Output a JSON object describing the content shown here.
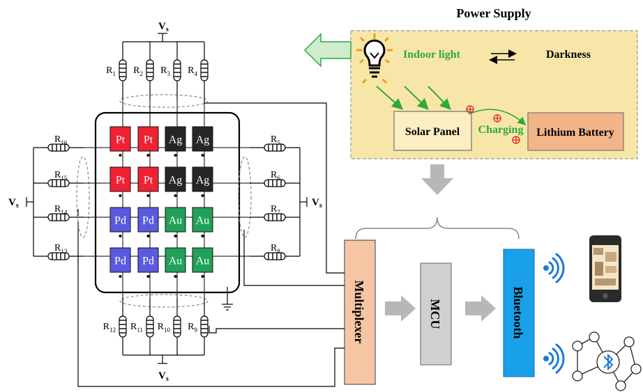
{
  "power_supply": {
    "title": "Power Supply",
    "indoor_light": "Indoor light",
    "darkness": "Darkness",
    "solar_panel": "Solar Panel",
    "charging": "Charging",
    "lithium_battery": "Lithium Battery"
  },
  "supply": {
    "vs": "V",
    "vs_sub": "s"
  },
  "resistors": {
    "top": [
      "1",
      "2",
      "3",
      "4"
    ],
    "right": [
      "5",
      "6",
      "7",
      "8"
    ],
    "bottom": [
      "12",
      "11",
      "10",
      "9"
    ],
    "left": [
      "16",
      "15",
      "14",
      "13"
    ],
    "prefix": "R"
  },
  "sensor_grid": [
    [
      "Pt",
      "Pt",
      "Ag",
      "Ag"
    ],
    [
      "Pt",
      "Pt",
      "Ag",
      "Ag"
    ],
    [
      "Pd",
      "Pd",
      "Au",
      "Au"
    ],
    [
      "Pd",
      "Pd",
      "Au",
      "Au"
    ]
  ],
  "materials": {
    "Pt": "#ee2233",
    "Ag": "#262626",
    "Pd": "#5a5ae0",
    "Au": "#22a05a"
  },
  "pipeline": {
    "multiplexer": "Multiplexer",
    "mcu": "MCU",
    "bluetooth": "Bluetooth"
  },
  "colors": {
    "power_panel_fill": "#f8e6a8",
    "solar_panel_fill": "#fbeec3",
    "battery_fill": "#f3b488",
    "multiplexer_fill": "#f6c6a4",
    "mcu_fill": "#d0d0d0",
    "bluetooth_fill": "#1aa0e8",
    "light_arrow": "#2eaa3a",
    "charge_symbol": "#e0202a",
    "big_arrow": "#b7b7b7"
  }
}
